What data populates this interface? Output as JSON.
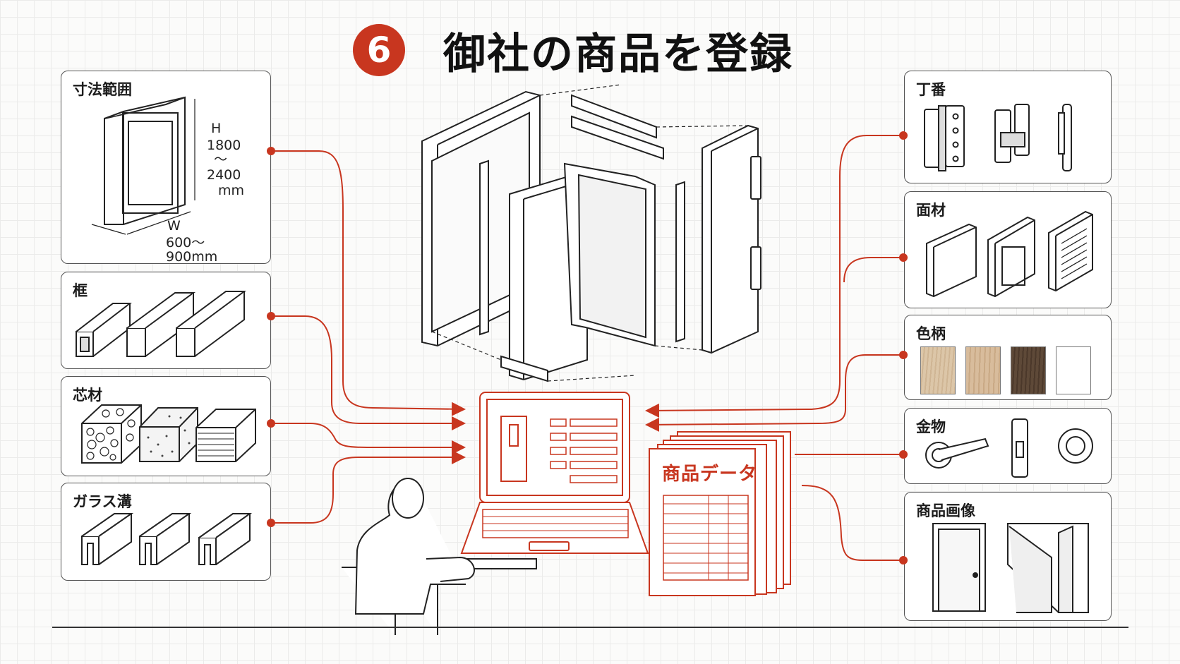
{
  "title": {
    "step_number": "6",
    "text": "御社の商品を登録"
  },
  "left_panels": [
    {
      "label": "寸法範囲",
      "icon": "door-frame-dimension-icon"
    },
    {
      "label": "框",
      "icon": "frame-profile-icon"
    },
    {
      "label": "芯材",
      "icon": "core-material-icon"
    },
    {
      "label": "ガラス溝",
      "icon": "glass-groove-icon"
    }
  ],
  "dimensions": {
    "h_label": "H",
    "h_min": "1800",
    "h_sep": "～",
    "h_max": "2400",
    "h_unit": "mm",
    "w_label": "W",
    "w_range": "600～",
    "w_max": "900mm"
  },
  "right_panels": [
    {
      "label": "丁番",
      "icon": "hinge-icon"
    },
    {
      "label": "面材",
      "icon": "panel-board-icon"
    },
    {
      "label": "色柄",
      "icon": "color-pattern-icon"
    },
    {
      "label": "金物",
      "icon": "door-hardware-icon"
    },
    {
      "label": "商品画像",
      "icon": "product-image-icon"
    }
  ],
  "swatches": [
    {
      "color": "#d9c2a3",
      "name": "light-oak"
    },
    {
      "color": "#d4b89a",
      "name": "natural-wood"
    },
    {
      "color": "#5b4636",
      "name": "dark-walnut"
    },
    {
      "color": "#ffffff",
      "name": "white"
    }
  ],
  "document": {
    "title": "商品データ"
  },
  "colors": {
    "accent": "#c8361f",
    "line": "#333333",
    "panel_border": "#555555"
  }
}
